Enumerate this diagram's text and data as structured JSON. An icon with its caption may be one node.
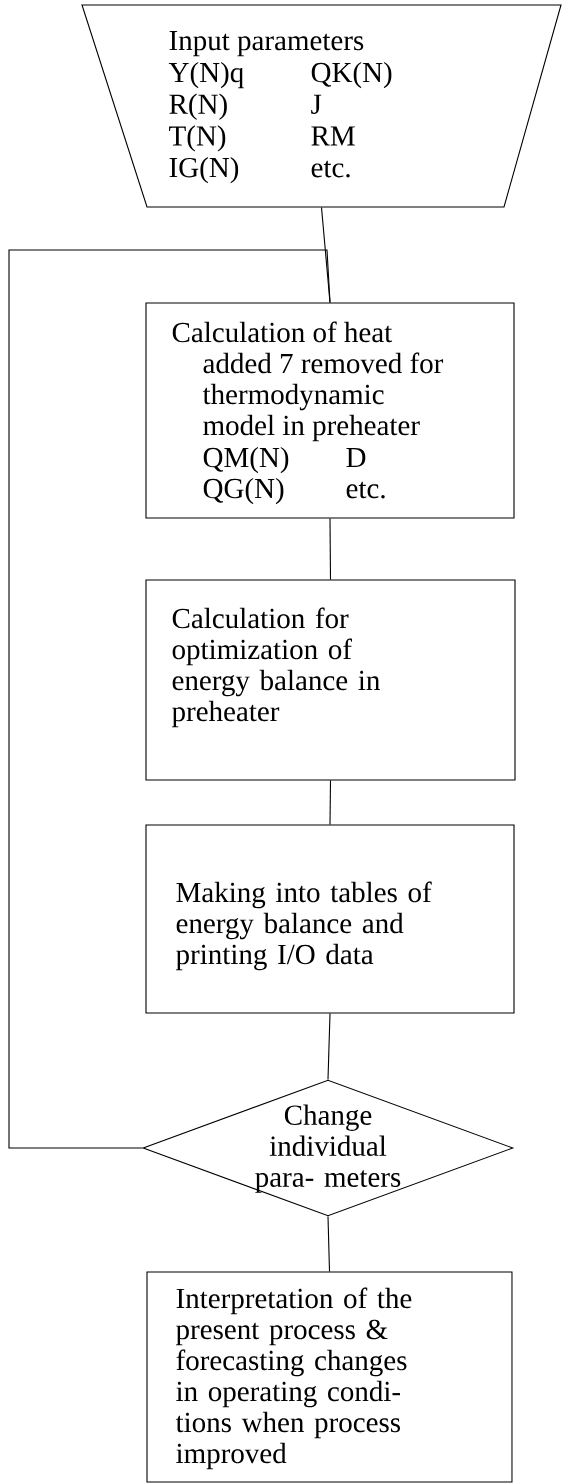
{
  "diagram": {
    "nodes": [
      {
        "text": [
          "Input parameters",
          "Y(N)q",
          "QK(N)",
          "R(N)",
          "J",
          "T(N)",
          "RM",
          "IG(N)",
          "etc."
        ]
      },
      {
        "text": [
          "Calculation of heat added 7 removed for thermodynamic model in preheater",
          "QM(N)",
          "D",
          "QG(N)",
          "etc."
        ]
      },
      {
        "text": [
          "Calculation for optimization of energy balance in preheater"
        ]
      },
      {
        "text": [
          "Making into tables of energy balance and printing I/O data"
        ]
      },
      {
        "text": [
          "Change individual para- meters"
        ]
      },
      {
        "text": [
          "Interpretation of the present process & forecasting changes in operating condi- tions when process improved"
        ]
      }
    ],
    "edges": [
      {
        "from": 0,
        "to": 1,
        "arrow": "none"
      },
      {
        "from": 1,
        "to": 2,
        "arrow": "none"
      },
      {
        "from": 2,
        "to": 3,
        "arrow": "none"
      },
      {
        "from": 3,
        "to": 4,
        "arrow": "none"
      },
      {
        "from": 4,
        "to": 5,
        "arrow": "none"
      },
      {
        "from": 4,
        "to": 1,
        "arrow": "none"
      }
    ]
  }
}
